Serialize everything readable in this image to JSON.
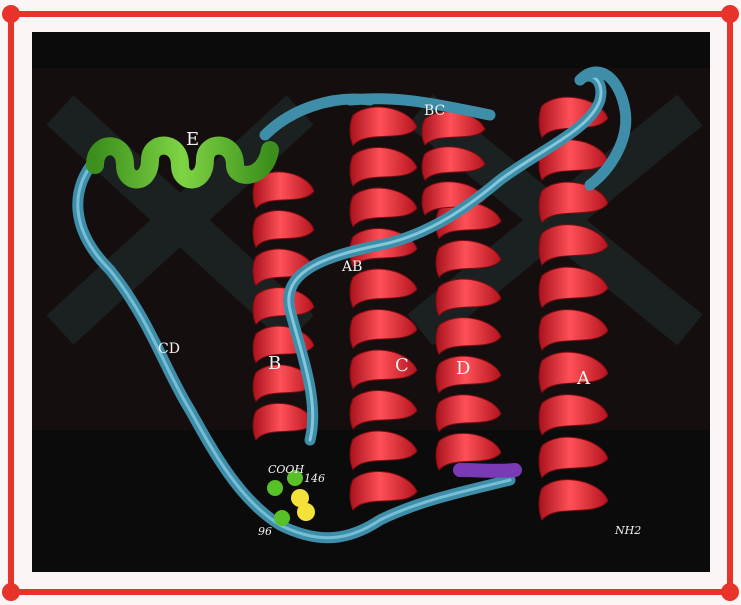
{
  "colors": {
    "page_background": "#fbf5f5",
    "frame": "#e8332b",
    "image_background": "#0b0b0b",
    "helix": "#f0303a",
    "loop": "#4ba8c4",
    "helix_e": "#5cc12a",
    "segment_purple": "#7b3ab5",
    "atom_yellow": "#f4e23a",
    "atom_green": "#58c127",
    "label": "#f2f2f2"
  },
  "labels": {
    "E": "E",
    "BC": "BC",
    "AB": "AB",
    "CD": "CD",
    "B": "B",
    "C": "C",
    "D": "D",
    "A": "A",
    "cooh": "COOH",
    "res146": "146",
    "res96": "96",
    "nh2": "NH2"
  }
}
